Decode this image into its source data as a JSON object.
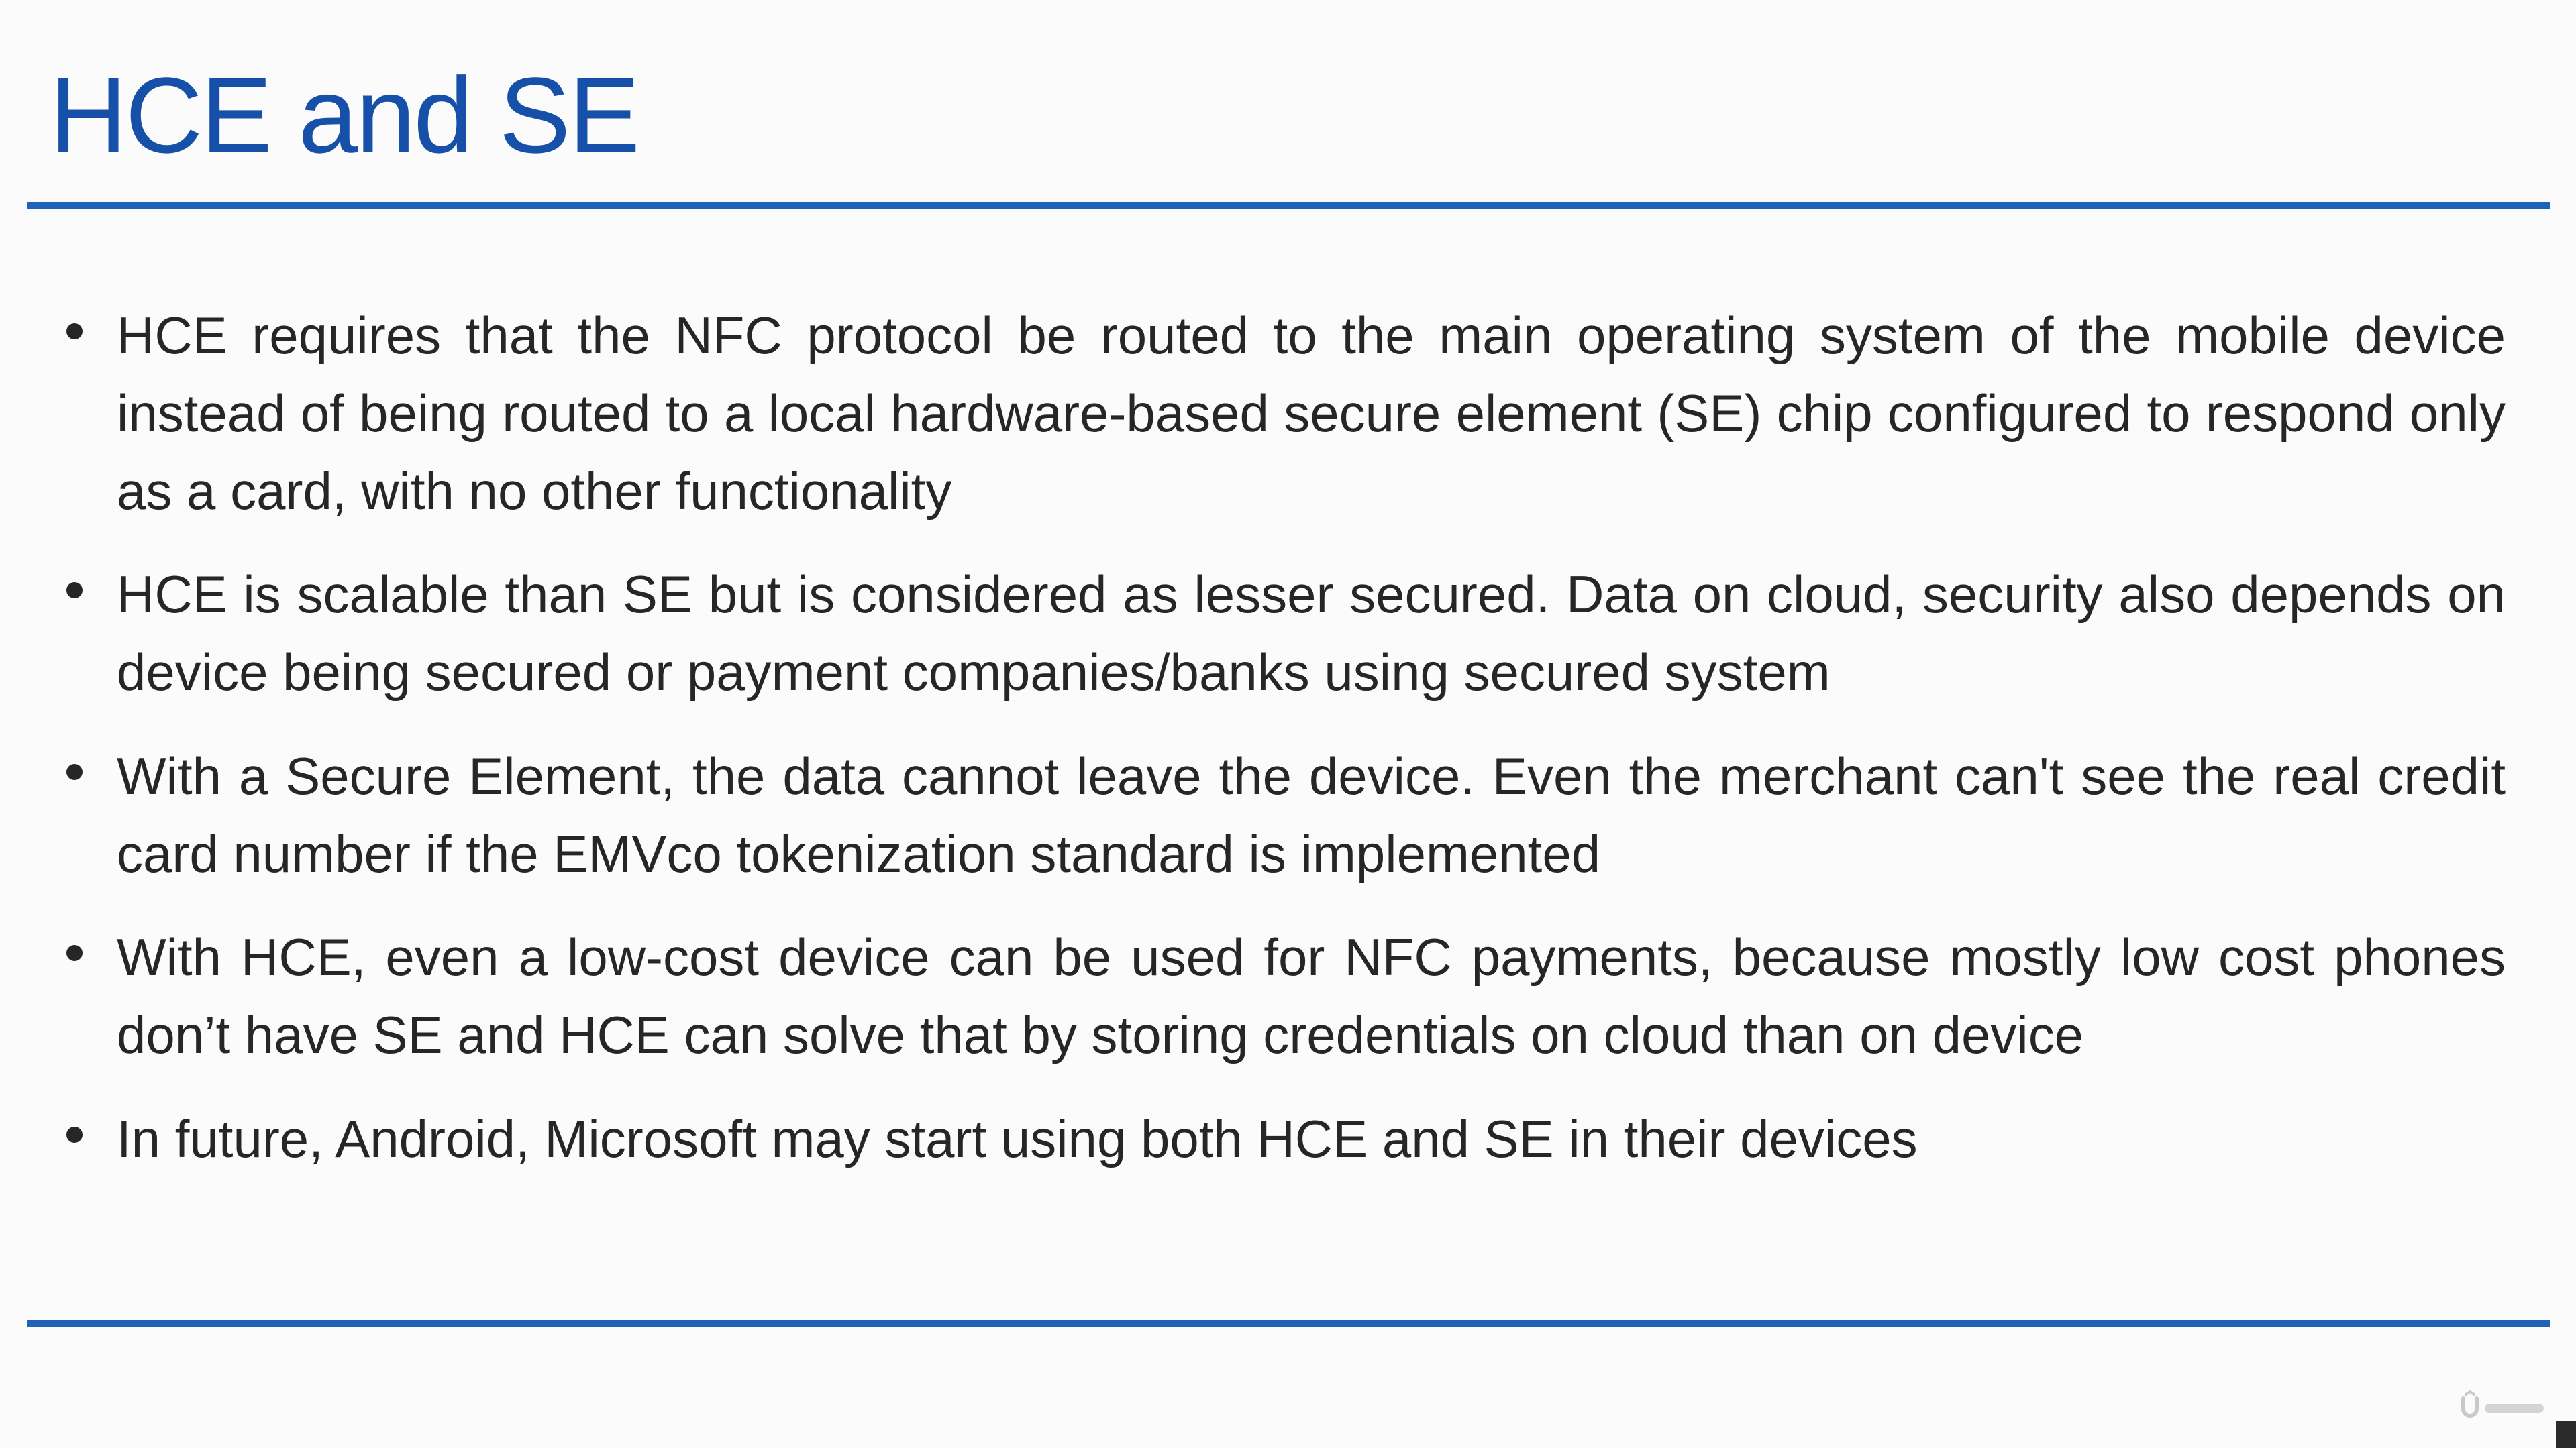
{
  "slide": {
    "title": "HCE and SE",
    "bullets": [
      "HCE requires that the NFC protocol be routed to the main operating system of the mobile device instead of being routed to a local hardware-based secure element (SE) chip configured to respond only as a card, with no other functionality",
      "HCE is scalable than SE but is considered as lesser secured. Data on cloud, security also depends on device being secured or payment companies/banks using secured system",
      "With a Secure Element, the data cannot leave the device. Even the merchant can't see the real credit card number if the EMVco tokenization standard is implemented",
      "With HCE, even a low-cost device can be used for NFC payments, because mostly low cost phones don’t have SE and HCE can solve that by storing credentials on cloud than on device",
      "In future, Android, Microsoft may start using both HCE and SE in their devices"
    ]
  },
  "colors": {
    "title": "#1650a8",
    "rule": "#1f62b6",
    "text": "#262626",
    "background": "#fafbfa"
  },
  "watermark": {
    "icon": "udemy-logo-icon"
  }
}
